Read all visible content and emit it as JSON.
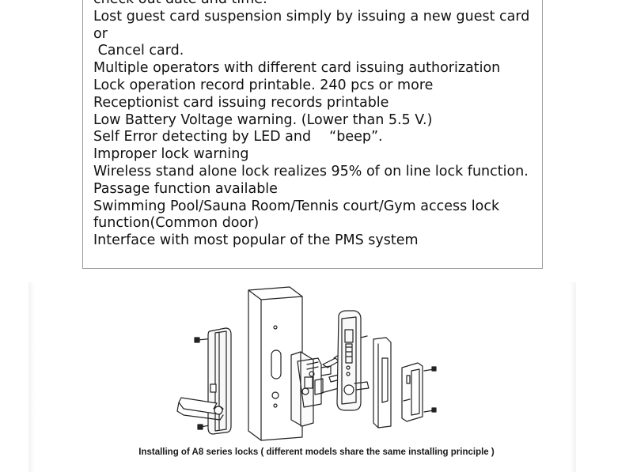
{
  "features": [
    "check out date and time.",
    "Lost guest card suspension simply by issuing a new guest card or",
    " Cancel card.",
    "Multiple operators with different card issuing authorization",
    "Lock operation record printable. 240 pcs or more",
    "Receptionist card issuing records printable",
    "Low Battery Voltage warning. (Lower than 5.5 V.)",
    "Self Error detecting by LED and 　“beep”.",
    "Improper lock warning",
    "Wireless stand alone lock realizes 95% of on line lock function.",
    "Passage function available",
    "Swimming Pool/Sauna Room/Tennis court/Gym access lock",
    "function(Common door)",
    "Interface with most popular of the PMS system"
  ],
  "diagram": {
    "caption": "Installing of A8 series locks ( different models share the same installing principle )",
    "parts": [
      "front-handle-panel",
      "door-slab",
      "mortise-lock",
      "back-panel",
      "strike-plate-box",
      "strike-plate"
    ]
  }
}
